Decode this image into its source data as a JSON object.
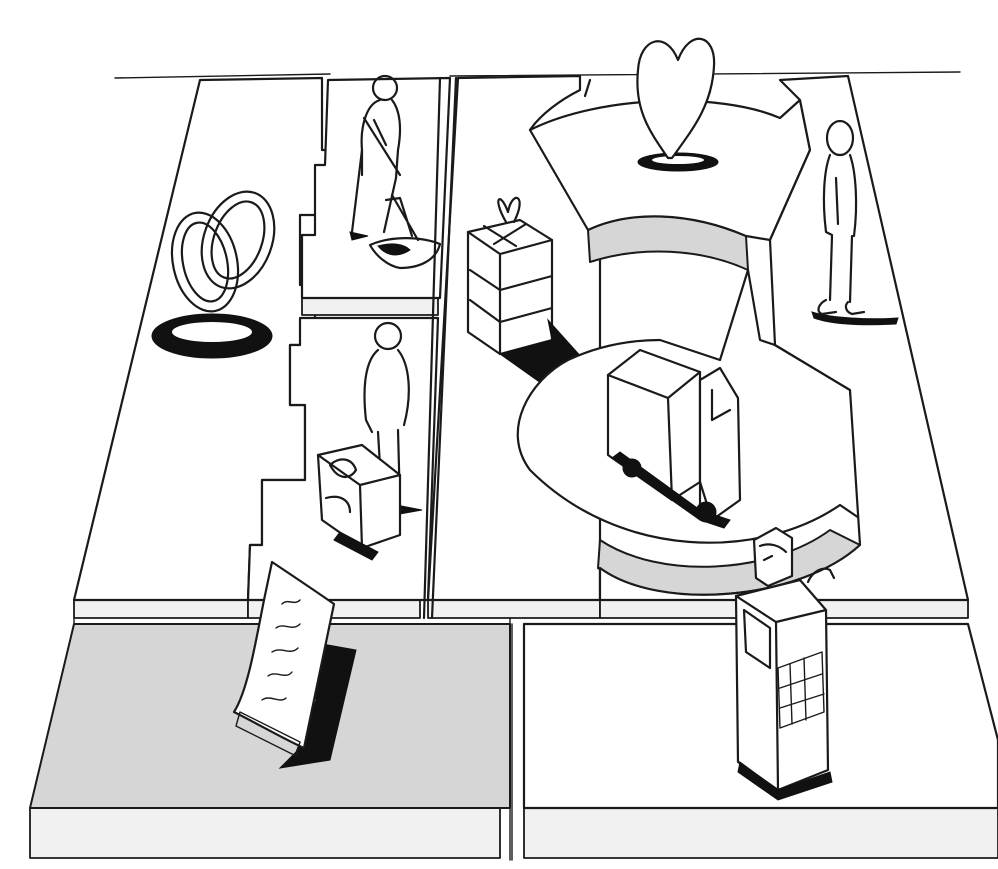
{
  "illustration": {
    "kind": "sketch",
    "style": "black ink line drawing on white",
    "colors": {
      "ink": "#1a1a1a",
      "paper": "#ffffff",
      "shade": "#d6d6d6",
      "side": "#f1f1f1"
    },
    "blocks": [
      {
        "id": "key-partners",
        "icon": "interlocked-rings-icon"
      },
      {
        "id": "key-activities",
        "icon": "person-with-shovel-icon"
      },
      {
        "id": "key-resources",
        "icon": "person-with-machine-icon"
      },
      {
        "id": "value-propositions",
        "icon": "gift-box-icon"
      },
      {
        "id": "customer-relationships",
        "icon": "heart-icon"
      },
      {
        "id": "channels",
        "icon": "delivery-truck-icon"
      },
      {
        "id": "customer-segments",
        "icon": "standing-person-icon"
      },
      {
        "id": "cost-structure",
        "icon": "invoice-paper-icon"
      },
      {
        "id": "revenue-streams",
        "icon": "cash-register-icon"
      }
    ]
  }
}
